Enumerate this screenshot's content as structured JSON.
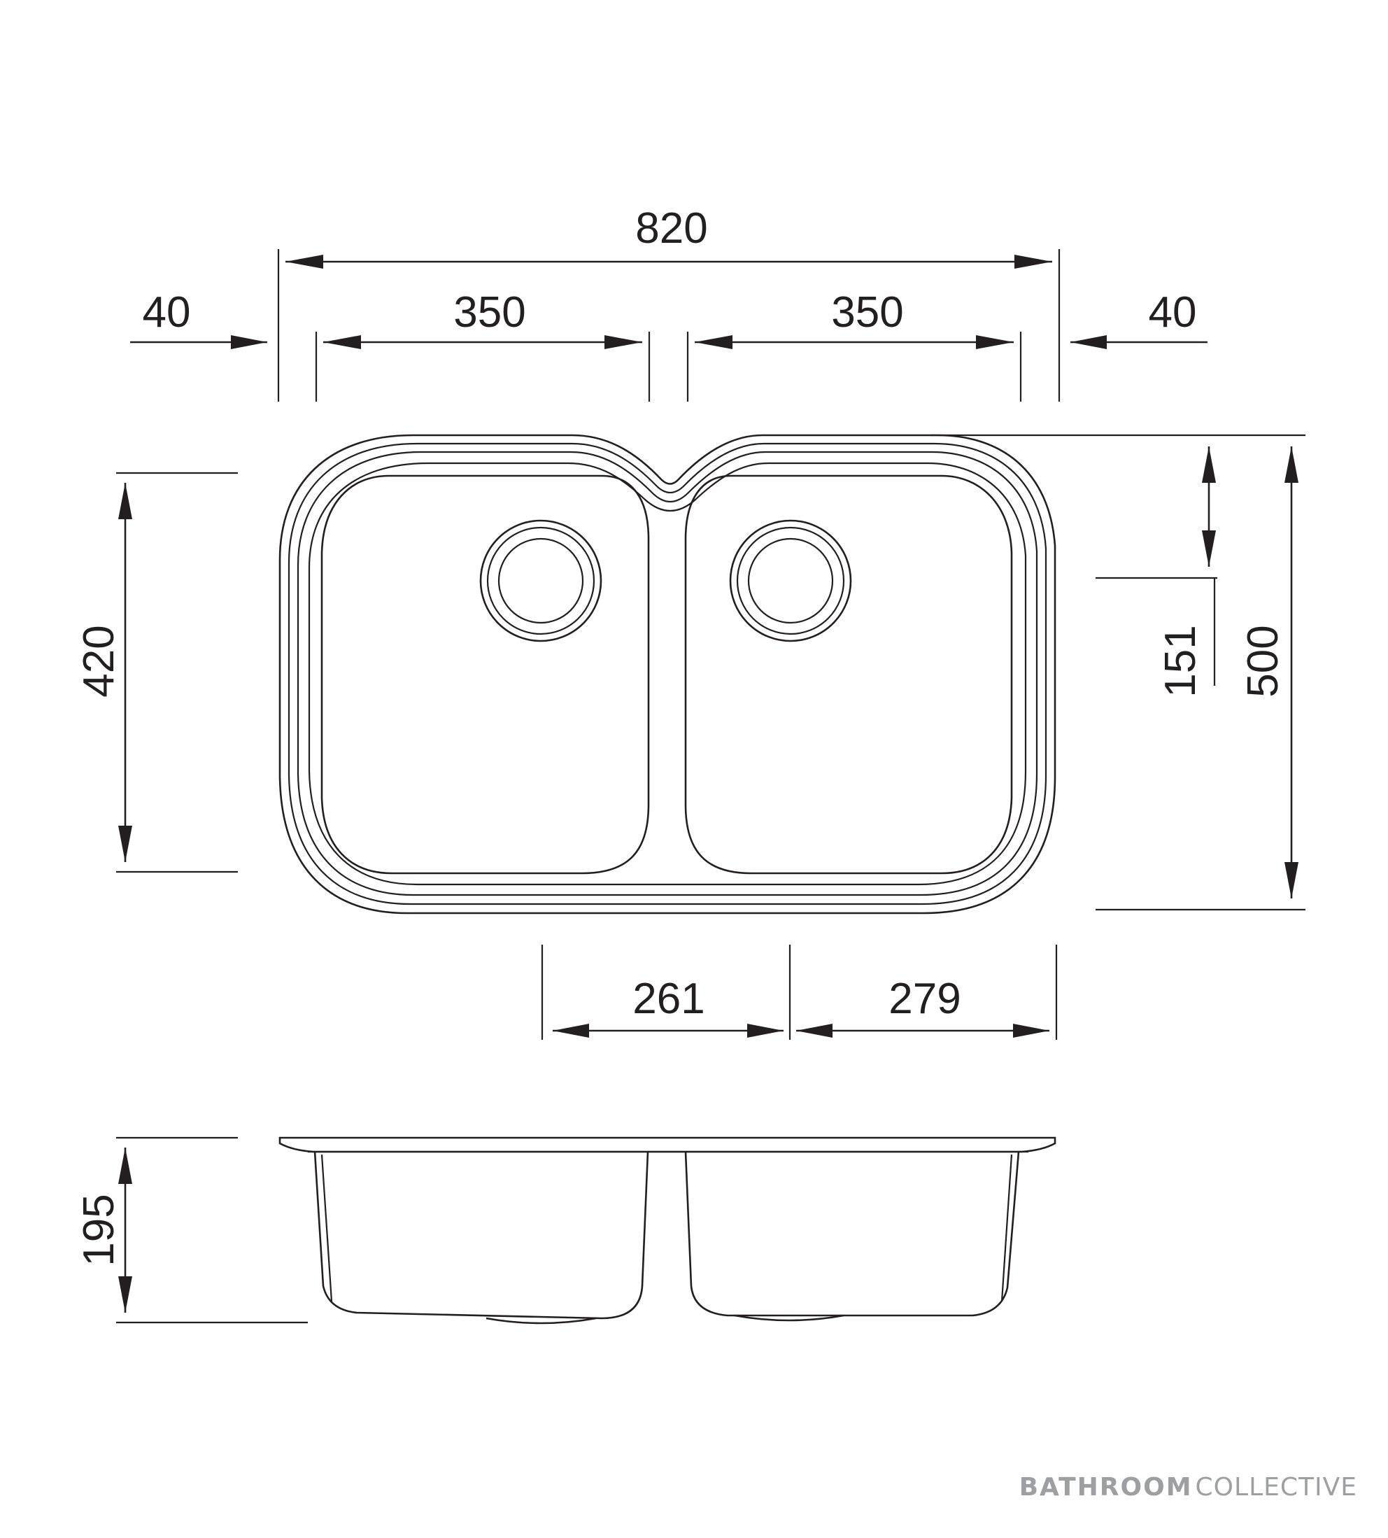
{
  "dimensions": {
    "overall_width": "820",
    "left_margin": "40",
    "left_bowl_width": "350",
    "right_bowl_width": "350",
    "right_margin": "40",
    "bowl_depth_front_back": "420",
    "waste_offset": "151",
    "overall_depth": "500",
    "left_waste_to_center": "261",
    "right_waste_to_edge": "279",
    "bowl_height": "195"
  },
  "brand": {
    "bold_part": "BATHROOM",
    "regular_part": "COLLECTIVE",
    "color": "#9d9fa2"
  },
  "line_color": "#231f20"
}
